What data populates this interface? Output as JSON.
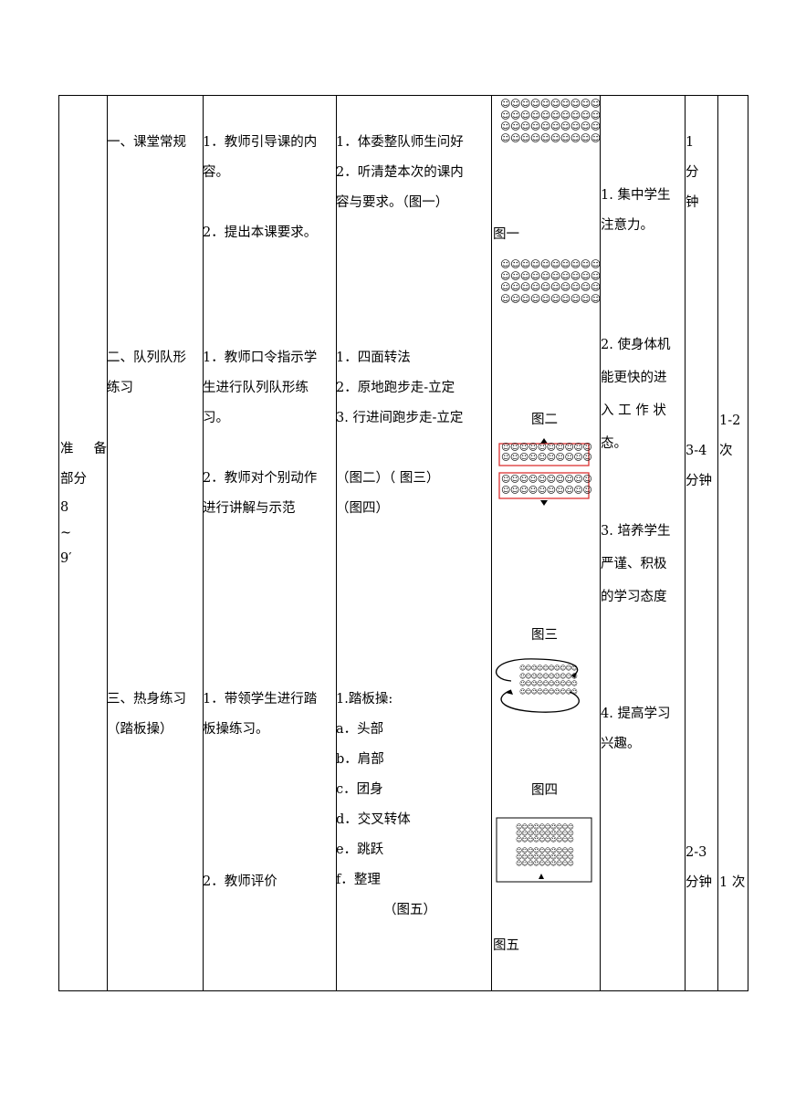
{
  "section": {
    "name_chars": [
      "准",
      "备"
    ],
    "name_line2": "部分",
    "time": [
      "8",
      "~",
      "9′"
    ]
  },
  "content": {
    "routine": "一、课堂常规",
    "drill": [
      "二、队列队形",
      "练习"
    ],
    "warmup": [
      "三、热身练习",
      "（踏板操）"
    ]
  },
  "teacher": {
    "routine": [
      "1．教师引导课的内",
      "容。",
      "",
      "2．提出本课要求。"
    ],
    "drill": [
      "1．教师口令指示学",
      "生进行队列队形练",
      "习。",
      "",
      "2．教师对个别动作",
      "进行讲解与示范"
    ],
    "warmup": [
      "1．带领学生进行踏",
      "板操练习。",
      "",
      "",
      "",
      "",
      "2．教师评价"
    ]
  },
  "student": {
    "routine": [
      "1．体委整队师生问好",
      "2．听清楚本次的课内",
      "容与要求。（图一）"
    ],
    "drill": [
      "1．四面转法",
      "2．原地跑步走-立定",
      "3. 行进间跑步走-立定",
      "",
      "（图二）（ 图三）",
      "（图四）"
    ],
    "warmup": [
      "1.踏板操:",
      "a．头部",
      "b．肩部",
      "c．团身",
      "d．交叉转体",
      "e．跳跃",
      "f．整理",
      "（图五）"
    ]
  },
  "figures": {
    "fig1": "图一",
    "fig2": "图二",
    "fig3": "图三",
    "fig4": "图四",
    "fig5": "图五",
    "student_row": "☺☺☺☺☺☺☺☺☺☺"
  },
  "goals": {
    "g1": [
      "1. 集中学生",
      "注意力。"
    ],
    "g2": [
      "2. 使身体机",
      "能更快的进",
      "入 工 作 状",
      "态。"
    ],
    "g3": [
      "3. 培养学生",
      "严谨、积极",
      "的学习态度"
    ],
    "g4": [
      "4. 提高学习",
      "兴趣。"
    ]
  },
  "time": {
    "t1": [
      "1",
      "分",
      "钟"
    ],
    "t2": [
      "3-4",
      "分钟"
    ],
    "t3": [
      "2-3",
      "分钟"
    ]
  },
  "count": {
    "c1": [
      "1-2",
      "次"
    ],
    "c2": "1 次"
  }
}
